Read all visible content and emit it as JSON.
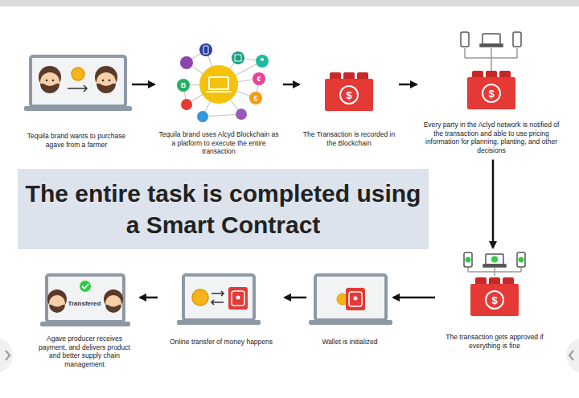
{
  "diagram": {
    "nodes": [
      {
        "text": [
          "Tequila brand wants to purchase agave from a farmer"
        ]
      },
      {
        "text": [
          "Tequila brand uses Alcyd Blockchain as a platform to execute the entire transaction"
        ]
      },
      {
        "text": [
          "The Transaction is recorded in the Blockchain"
        ]
      },
      {
        "text": [
          "Every party in the Aclyd network is notified of the transaction and able to use pricing information for planning, planting, and other decisions"
        ]
      },
      {
        "text": [
          "The entire task is completed using a Smart Contract"
        ]
      },
      {
        "text": [
          "The transaction gets approved if everything is fine"
        ]
      },
      {
        "text": [
          "Wallet is initialized"
        ]
      },
      {
        "text": [
          "Online transfer of money happens"
        ]
      },
      {
        "text": [
          "Transfered",
          "Agave producer receives payment, and delivers product and better supply chain management"
        ]
      }
    ],
    "edges": [
      {
        "from": 0,
        "to": 1,
        "arrow": "to"
      },
      {
        "from": 1,
        "to": 2,
        "arrow": "to"
      },
      {
        "from": 2,
        "to": 3,
        "arrow": "to"
      },
      {
        "from": 3,
        "to": 5,
        "arrow": "to"
      },
      {
        "from": 5,
        "to": 6,
        "arrow": "to"
      },
      {
        "from": 6,
        "to": 7,
        "arrow": "to"
      },
      {
        "from": 7,
        "to": 8,
        "arrow": "to"
      }
    ],
    "labels": [
      "$",
      "$",
      "$",
      "B",
      "€",
      "£"
    ]
  }
}
